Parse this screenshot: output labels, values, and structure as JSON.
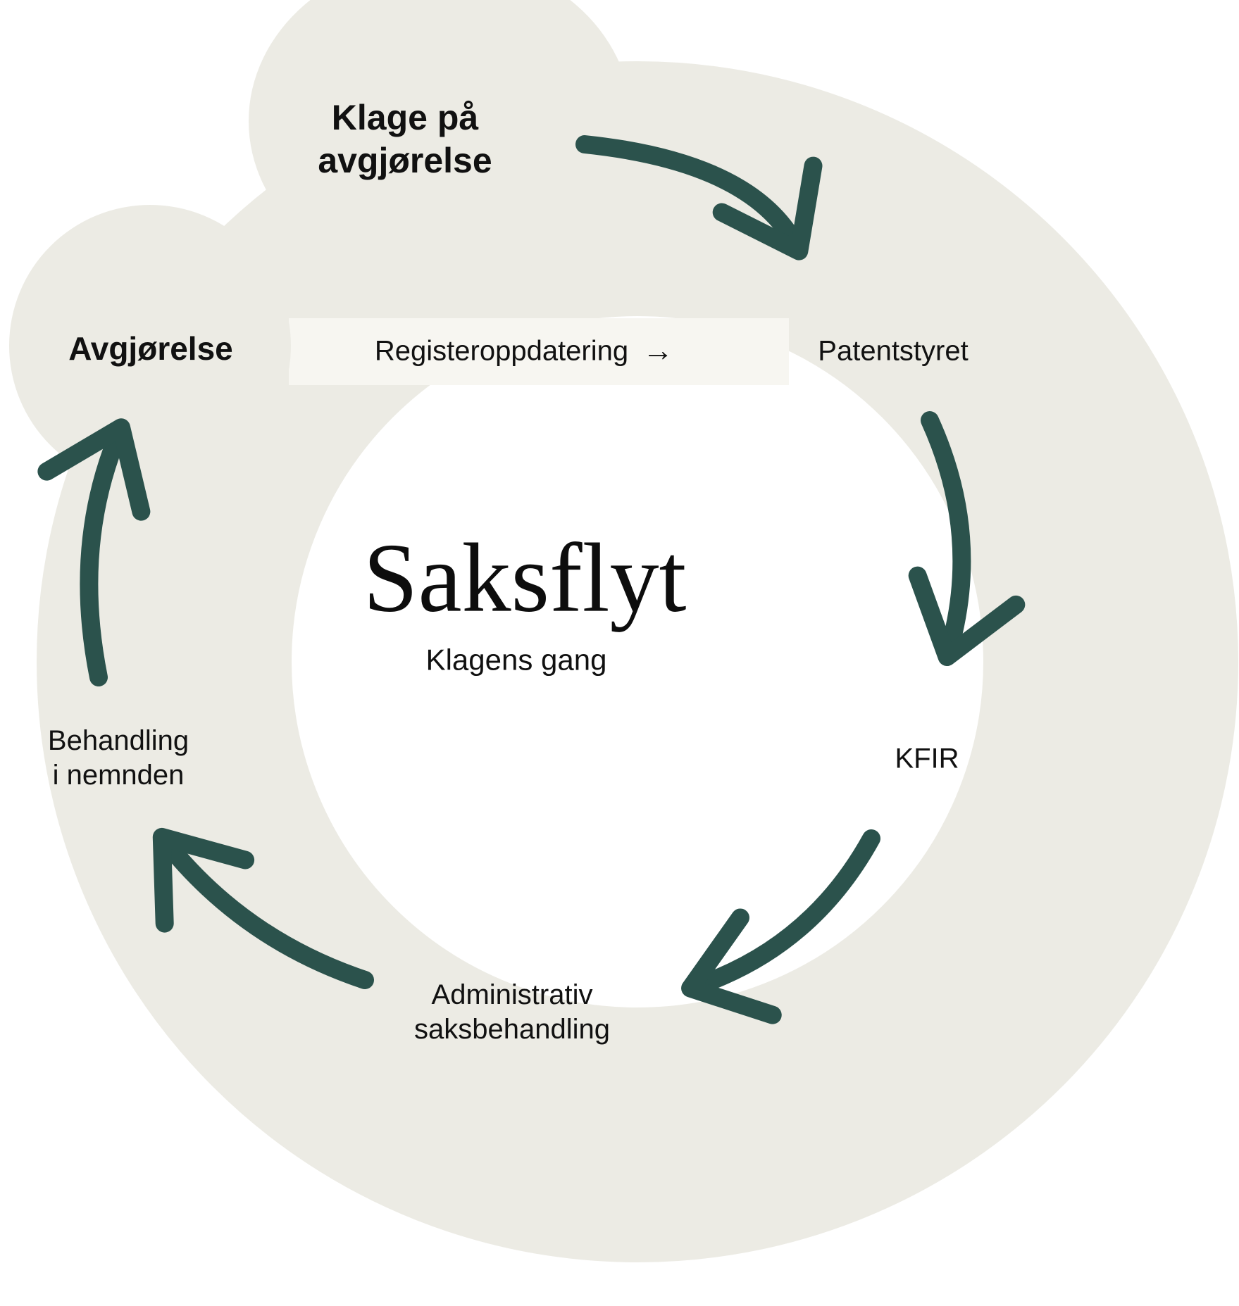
{
  "diagram": {
    "title": "Saksflyt",
    "subtitle": "Klagens gang",
    "nodes": {
      "complaint": "Klage på avgjørelse",
      "decision": "Avgjørelse",
      "register_update": "Registeroppdatering",
      "register_arrow": "→",
      "patent_office": "Patentstyret",
      "kfir": "KFIR",
      "admin_processing": "Administrativ saksbehandling",
      "board_processing": "Behandling i nemnden"
    },
    "colors": {
      "ring": "#ECEBE4",
      "band": "#F7F6F1",
      "arrow": "#2B524C",
      "text": "#111111"
    }
  }
}
